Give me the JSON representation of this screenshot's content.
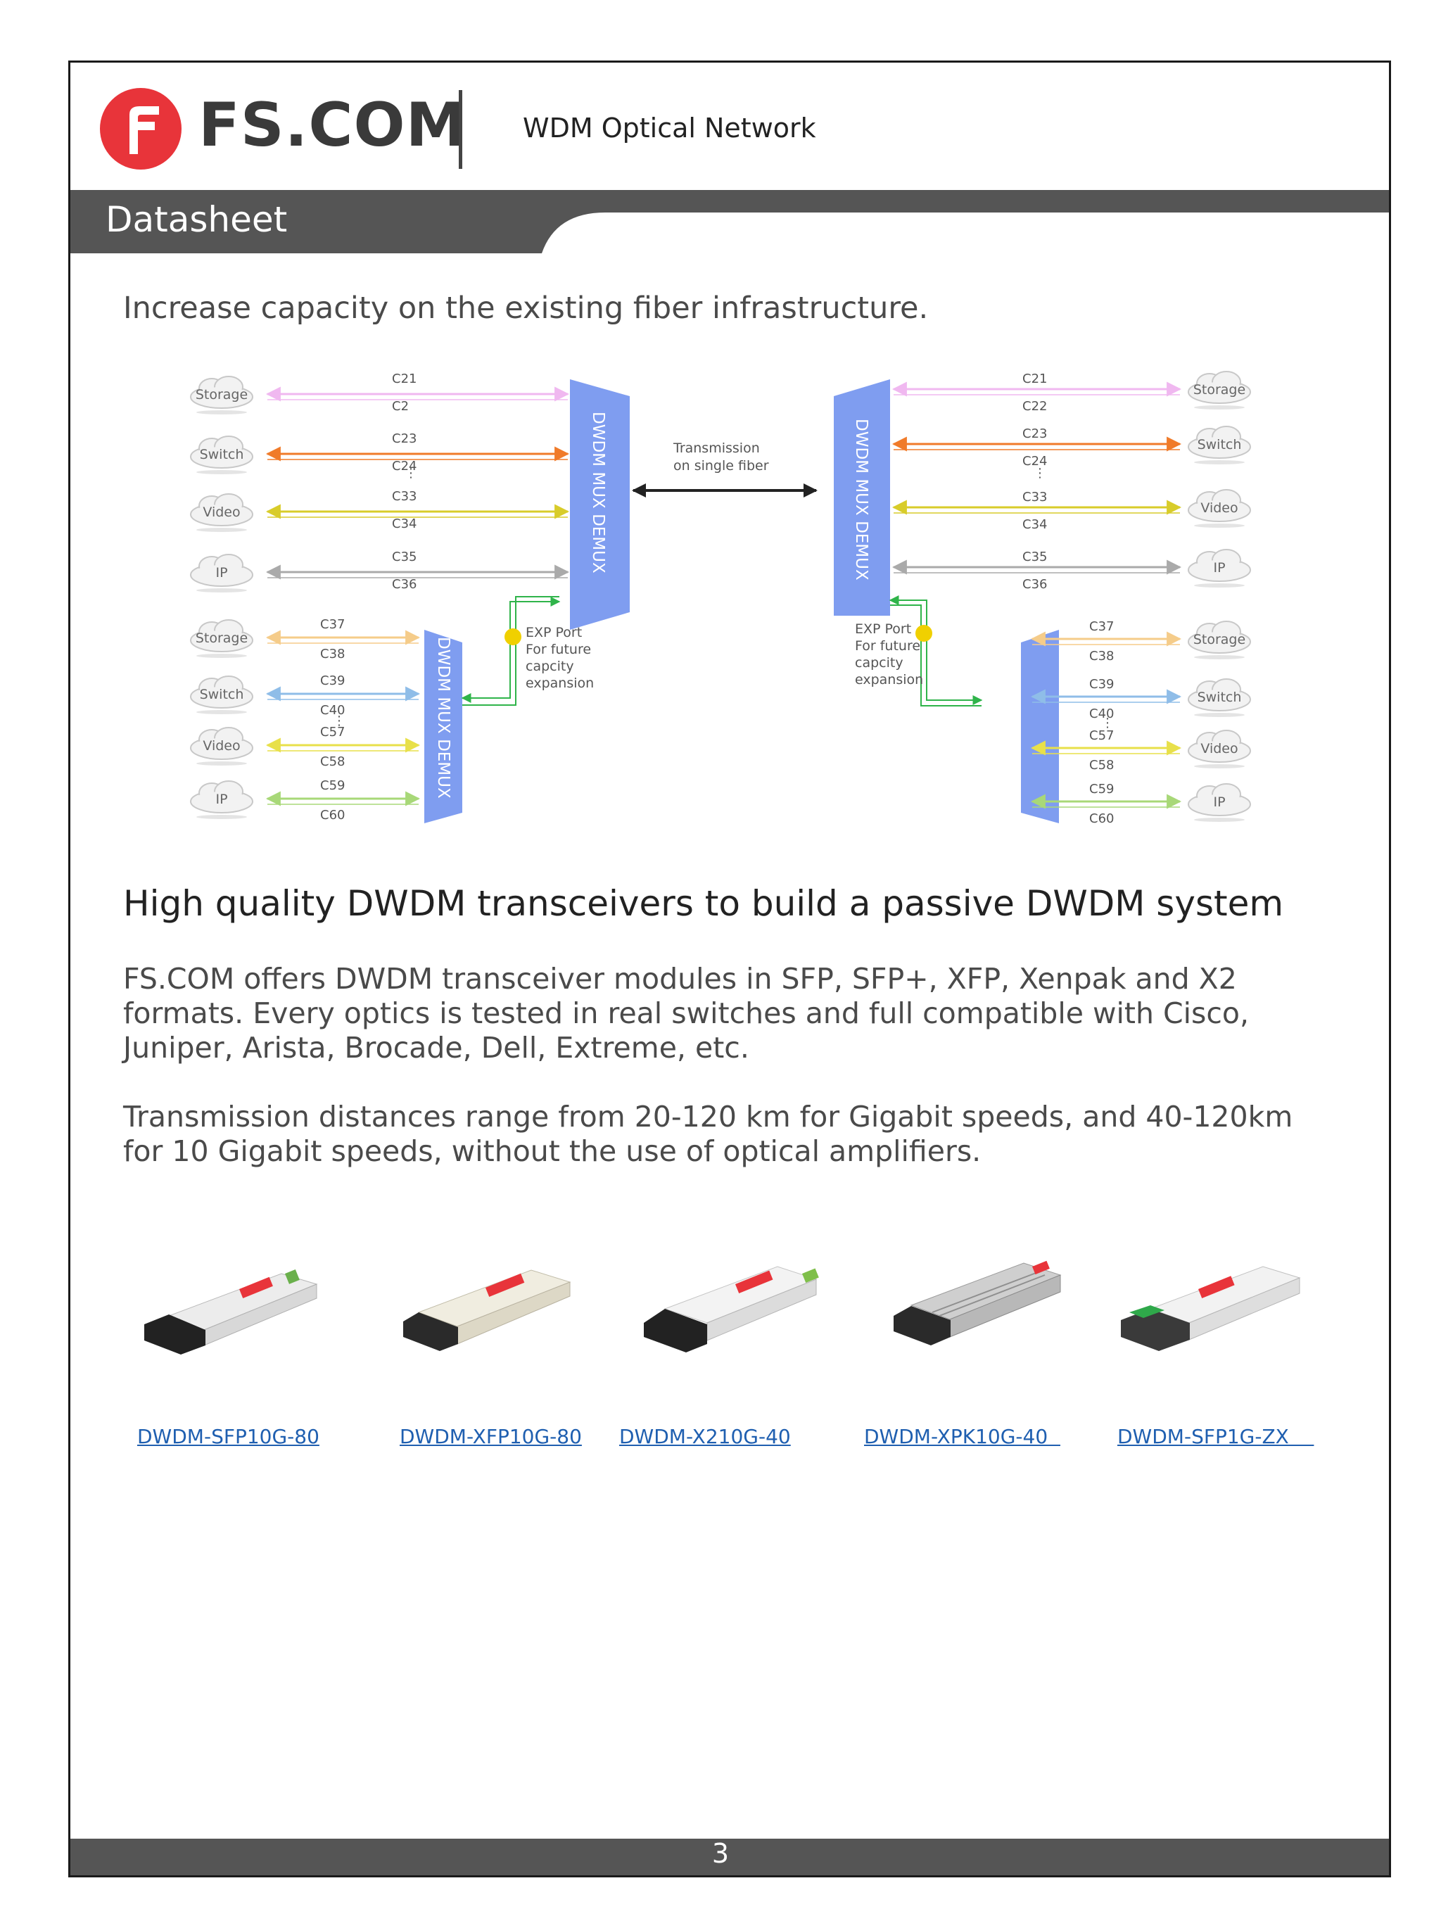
{
  "header": {
    "brand": "FS.COM",
    "subtitle": "WDM Optical Network",
    "section_tab": "Datasheet",
    "colors": {
      "brand_red": "#e8343a",
      "ribbon": "#555555",
      "diagram_blue": "#7f9df0"
    }
  },
  "intro": "Increase capacity on the existing fiber infrastructure.",
  "diagram": {
    "mux_label": "DWDM MUX DEMUX",
    "transmission_label": [
      "Transmission",
      "on single fiber"
    ],
    "exp_port_label": [
      "EXP Port",
      "For future",
      "capcity",
      "expansion"
    ],
    "ellipsis": "⋮",
    "left_top_channels": [
      "C21",
      "C2",
      "C23",
      "C24",
      "C33",
      "C34",
      "C35",
      "C36"
    ],
    "right_top_channels": [
      "C21",
      "C22",
      "C23",
      "C24",
      "C33",
      "C34",
      "C35",
      "C36"
    ],
    "bottom_channels": [
      "C37",
      "C38",
      "C39",
      "C40",
      "C57",
      "C58",
      "C59",
      "C60"
    ],
    "clouds": [
      "Storage",
      "Switch",
      "Video",
      "IP"
    ]
  },
  "section": {
    "heading": "High quality DWDM transceivers to build a passive DWDM system",
    "para1": "FS.COM offers DWDM transceiver modules in SFP, SFP+, XFP, Xenpak and X2 formats. Every optics is tested in real switches and full compatible with Cisco, Juniper, Arista, Brocade, Dell, Extreme, etc.",
    "para2": "Transmission distances range from 20-120 km for Gigabit speeds, and 40-120km for 10 Gigabit speeds, without the use of optical amplifiers."
  },
  "products": [
    {
      "name": "DWDM-SFP10G-80",
      "icon": "sfp-plus-module-icon"
    },
    {
      "name": "DWDM-XFP10G-80",
      "icon": "xfp-module-icon"
    },
    {
      "name": "DWDM-X210G-40",
      "icon": "x2-module-icon"
    },
    {
      "name": "DWDM-XPK10G-40  ",
      "icon": "xenpak-module-icon"
    },
    {
      "name": "DWDM-SFP1G-ZX    ",
      "icon": "sfp-module-icon"
    }
  ],
  "footer": {
    "page_number": "3"
  }
}
